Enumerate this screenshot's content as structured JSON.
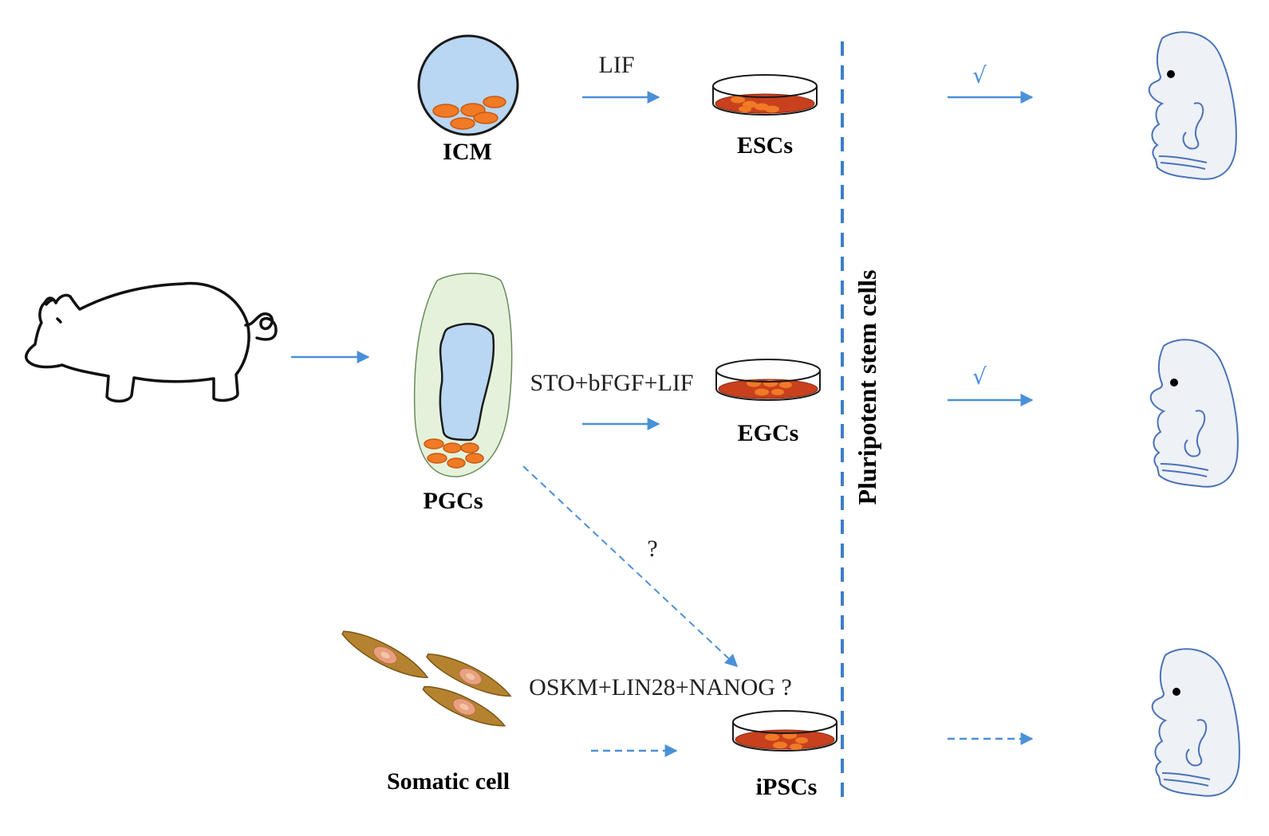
{
  "colors": {
    "arrow": "#4a90d9",
    "divider": "#3d7fc9",
    "icm_fill": "#b9d6f2",
    "cell_orange": "#f07a25",
    "cell_edge": "#c85a10",
    "dish_medium": "#c9401e",
    "pgc_outer": "#e4f2dc",
    "embryo_fill": "#eef1f6",
    "embryo_stroke": "#4a72b8",
    "somatic_cell": "#b5832f",
    "somatic_nucleus": "#e8a07e"
  },
  "labels": {
    "icm": "ICM",
    "escs": "ESCs",
    "pgcs": "PGCs",
    "egcs": "EGCs",
    "somatic": "Somatic cell",
    "ipscs": "iPSCs",
    "pluripotent": "Pluripotent stem cells"
  },
  "conditions": {
    "esc": "LIF",
    "egc": "STO+bFGF+LIF",
    "ipsc": "OSKM+LIN28+NANOG ?",
    "pgc_to_ipsc": "?"
  },
  "marks": {
    "esc_check": "√",
    "egc_check": "√"
  },
  "icons": [
    "pig-icon",
    "icm-icon",
    "pgc-icon",
    "somatic-cell-icon",
    "culture-dish-icon",
    "embryo-icon"
  ]
}
